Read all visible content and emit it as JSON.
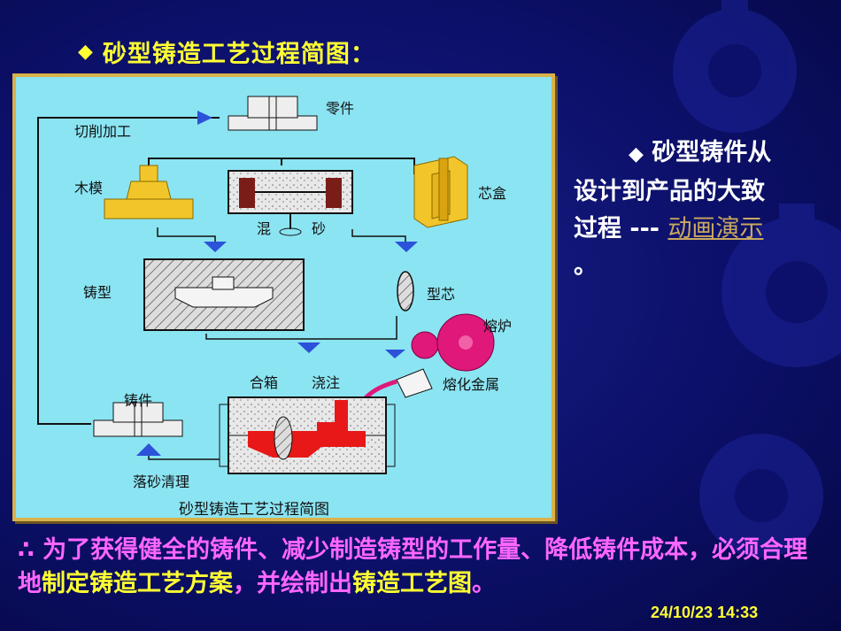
{
  "title": "砂型铸造工艺过程简图：",
  "title_bullet": "◆",
  "diagram": {
    "caption": "砂型铸造工艺过程简图",
    "labels": {
      "part": "零件",
      "machining": "切削加工",
      "pattern": "木模",
      "core_box": "芯盒",
      "mix_left": "混",
      "mix_right": "砂",
      "mold": "铸型",
      "core": "型芯",
      "furnace": "熔炉",
      "molten_metal": "熔化金属",
      "assembly": "合箱",
      "pouring": "浇注",
      "casting": "铸件",
      "shakeout": "落砂清理"
    }
  },
  "side_note": {
    "bullet": "◆",
    "line1": "砂型铸件从",
    "line2": "设计到产品的大致",
    "line3_prefix": "过程 ---",
    "link": "动画演示",
    "line4": "。"
  },
  "bottom": {
    "prefix": "∴ 为了获得健全的铸件、减少制造铸型的工作量、降低铸件成本，必须合理地",
    "hl1": "制定铸造工艺方案",
    "mid": "，并绘制出",
    "hl2": "铸造工艺图",
    "suffix": "。"
  },
  "timestamp": "24/10/23 14:33",
  "colors": {
    "title": "#ffff33",
    "bottom_text": "#ff66ff",
    "diagram_bg": "#8be4f2",
    "frame": "#d9b24a",
    "arrow": "#2b52d8",
    "metal": "#e0187a",
    "pattern_wood": "#f2c62a"
  }
}
